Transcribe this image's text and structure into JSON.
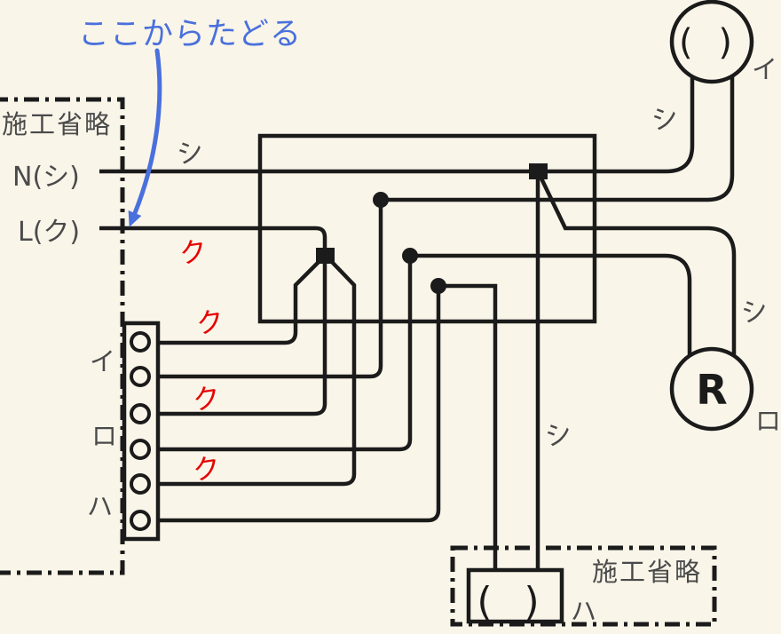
{
  "colors": {
    "background": "#faf5e9",
    "line": "#1b1b1b",
    "label": "#4a4a4a",
    "live": "#e60000",
    "annotation": "#4a70dc"
  },
  "annotation": {
    "text": "ここからたどる"
  },
  "power_panel": {
    "label": "施工省略",
    "neutral_terminal": "N(シ)",
    "live_terminal": "L(ク)"
  },
  "marks": {
    "neutral": "シ",
    "live": "ク"
  },
  "switch_block": {
    "labels": [
      "イ",
      "ロ",
      "ハ"
    ]
  },
  "lamps": {
    "i": {
      "symbol": "( )",
      "label": "イ"
    },
    "ro": {
      "symbol": "R",
      "label": "ロ"
    },
    "ha": {
      "symbol": "( )",
      "label": "ハ"
    }
  },
  "omission_panel": {
    "label": "施工省略"
  }
}
